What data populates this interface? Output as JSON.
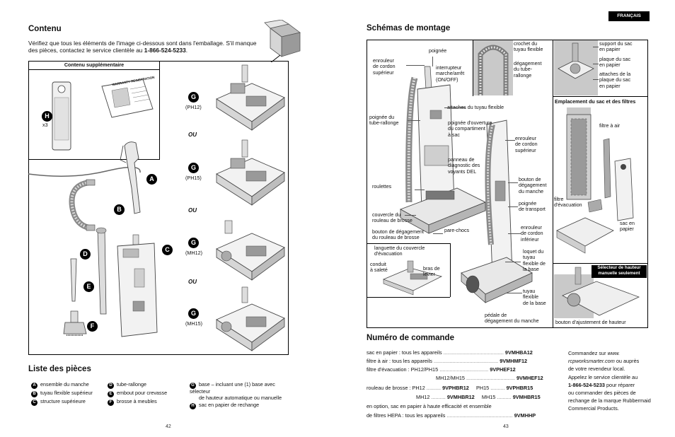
{
  "language_tab": "FRANÇAIS",
  "left": {
    "contents_heading": "Contenu",
    "intro_line1": "Vérifiez que tous les éléments de l'image ci-dessous sont dans l'emballage. S'il manque",
    "intro_line2_prefix": "des pièces, contactez le service clientèle au ",
    "intro_phone": "1-866-524-5233",
    "intro_line2_suffix": ".",
    "extra_box_title": "Contenu supplémentaire",
    "bag_count": "x3",
    "manual_title": "WARRANTY REGISTRATION",
    "badges": {
      "A": "A",
      "B": "B",
      "C": "C",
      "D": "D",
      "E": "E",
      "F": "F",
      "G": "G",
      "H": "H"
    },
    "models": [
      "(PH12)",
      "(PH15)",
      "(MH12)",
      "(MH15)"
    ],
    "or_word": "OU",
    "parts_heading": "Liste des pièces",
    "parts": [
      {
        "badge": "A",
        "label": "ensemble du manche"
      },
      {
        "badge": "B",
        "label": "tuyau flexible supérieur"
      },
      {
        "badge": "C",
        "label": "structure supérieure"
      },
      {
        "badge": "D",
        "label": "tube-rallonge"
      },
      {
        "badge": "E",
        "label": "embout pour crevasse"
      },
      {
        "badge": "F",
        "label": "brosse à meubles"
      },
      {
        "badge": "G",
        "label_line1": "base – incluant une (1) base avec sélecteur",
        "label_line2": "de hauteur automatique ou manuelle"
      },
      {
        "badge": "H",
        "label": "sac en papier de rechange"
      }
    ],
    "page_number": "42"
  },
  "right": {
    "diagram_heading": "Schémas de montage",
    "labels": {
      "poignee": "poignée",
      "enrouleur_sup": "enrouleur\nde cordon\nsupérieur",
      "interrupteur": "interrupteur\nmarche/arrêt\n(ON/OFF)",
      "crochet": "crochet du\ntuyau flexible",
      "degagement_tube": "dégagement\ndu tube-\nrallonge",
      "support_sac": "support du sac\nen papier",
      "plaque_sac": "plaque du sac\nen papier",
      "attaches_plaque": "attaches de la\nplaque du sac\nen papier",
      "attaches_tuyau": "attaches du tuyau flexible",
      "poignee_tube": "poignée du\ntube-rallonge",
      "poignee_ouverture": "poignée d'ouverture\ndu compartiment\nà sac",
      "enrouleur_sup2": "enrouleur\nde cordon\nsupérieur",
      "panneau": "panneau de\ndiagnostic des\nvoyants DEL",
      "roulettes": "roulettes",
      "bouton_manche": "bouton de\ndégagement\ndu manche",
      "poignee_transport": "poignée\nde transport",
      "couvercle": "couvercle du\nrouleau de brosse",
      "pare_chocs": "pare-chocs",
      "bouton_rouleau": "bouton de dégagement\ndu rouleau de brosse",
      "enrouleur_inf": "enrouleur\nde cordon\ninférieur",
      "languette": "languette du couvercle\nd'évacuation",
      "conduit": "conduit\nà saleté",
      "bras": "bras de\nlevier",
      "loquet": "loquet du\ntuyau\nflexible de\nla base",
      "tuyau_base": "tuyau\nflexible\nde la base",
      "pedale": "pédale de\ndégagement du manche",
      "emplacement": "Emplacement du sac et des filtres",
      "filtre_air": "filtre à air",
      "filtre_evac": "filtre\nd'évacuation",
      "sac_papier": "sac en\npapier",
      "selecteur": "Sélecteur de hauteur\nmanuelle seulement",
      "bouton_hauteur": "bouton d'ajustement de hauteur"
    },
    "order_heading": "Numéro de commande",
    "order_rows": [
      {
        "label": "sac en papier : tous les appareils",
        "code": "9VMHBA12"
      },
      {
        "label": "filtre à air : tous les appareils",
        "code": "9VMHMF12"
      },
      {
        "label": "filtre d'évacuation : PH12/PH15",
        "code": "9VPHEF12"
      },
      {
        "label": "MH12/MH15",
        "code": "9VMHEF12"
      }
    ],
    "brush_row1": {
      "label": "rouleau de brosse : PH12",
      "code1": "9VPHBR12",
      "label2": "PH15",
      "code2": "9VPHBR15"
    },
    "brush_row2": {
      "label": "MH12",
      "code1": "9VMHBR12",
      "label2": "MH15",
      "code2": "9VMHBR15"
    },
    "hepa_line1": "en option, sac en papier à haute efficacité et ensemble",
    "hepa_line2": "de filtres HEPA : tous les appareils",
    "hepa_code": "9VMHHP",
    "order_info": {
      "line1_prefix": "Commandez sur ",
      "line1_site": "www.",
      "line2_site": "rcpworksmarter.com",
      "line2_suffix": " ou auprès",
      "line3": "de votre revendeur local.",
      "line4": "Appelez le service clientèle au",
      "line5_phone": "1-866-524-5233",
      "line5_suffix": " pour réparer",
      "line6": "ou commander des pièces de",
      "line7": "rechange de la marque Rubbermaid",
      "line8": "Commercial Products."
    },
    "page_number": "43"
  },
  "colors": {
    "ink": "#111111",
    "badge": "#000000",
    "illustration_gray": "#8a8a8a",
    "box_fill": "#f3f3f3"
  }
}
